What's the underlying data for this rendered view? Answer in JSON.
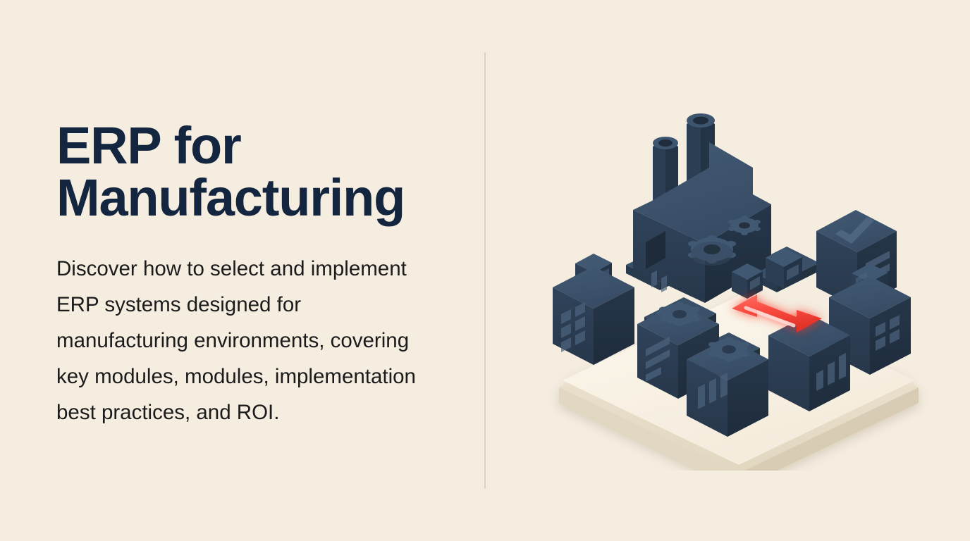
{
  "page": {
    "background_color": "#f4ede0",
    "type": "title-slide"
  },
  "content": {
    "title": "ERP for\nManufacturing",
    "title_color": "#14263f",
    "subtitle": "Discover how to select and implement ERP systems designed for manufacturing environments, covering key modules, modules, implementation best practices, and ROI.",
    "subtitle_color": "#1b1b1b"
  },
  "divider": {
    "color": "#ddd4c3",
    "orientation": "vertical"
  },
  "illustration": {
    "name": "isometric-erp-manufacturing-diagram",
    "description": "Isometric factory with modular connected blocks on a cream platform",
    "colors": {
      "block_top": "#3b5068",
      "block_left": "#2c3e54",
      "block_right": "#243447",
      "platform_top": "#faf4e8",
      "platform_side": "#e9dfcc",
      "accent_red": "#f4433c",
      "accent_red_light": "#ff6b5e",
      "detail_light": "#4e6580"
    },
    "elements": [
      {
        "name": "factory-building",
        "detail": "two chimneys and gears"
      },
      {
        "name": "checkmark-block",
        "detail": "cube with checkmark and document lines"
      },
      {
        "name": "windows-block-left",
        "detail": "cube with window grid and crate on top"
      },
      {
        "name": "windows-block-right",
        "detail": "cube with window grid and document box on top"
      },
      {
        "name": "gear-block-left",
        "detail": "cube with gear and document lines"
      },
      {
        "name": "gear-block-bottom",
        "detail": "cube with gear and bar marks"
      },
      {
        "name": "chart-block",
        "detail": "cube with bar chart"
      },
      {
        "name": "red-double-arrow",
        "detail": "glowing red bidirectional arrow"
      },
      {
        "name": "conveyor-belts",
        "detail": "ribbed connector belts between blocks"
      },
      {
        "name": "crates",
        "detail": "boxes on the central platform"
      }
    ]
  }
}
